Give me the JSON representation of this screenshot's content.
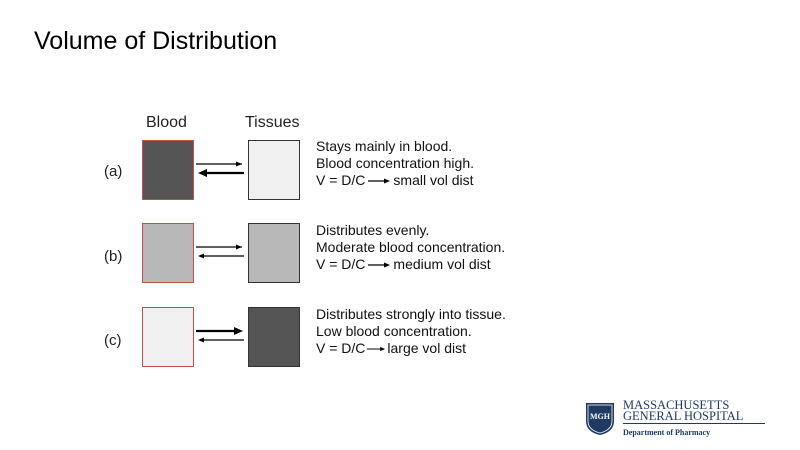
{
  "title": "Volume of Distribution",
  "headers": {
    "blood": "Blood",
    "tissues": "Tissues"
  },
  "rows": [
    {
      "label": "(a)",
      "blood_color": "#555555",
      "tissue_color": "#f0f0f0",
      "lines": [
        "Stays mainly in blood.",
        "Blood concentration high."
      ],
      "formula": "V = D/C",
      "result": "small vol dist"
    },
    {
      "label": "(b)",
      "blood_color": "#b8b8b8",
      "tissue_color": "#b8b8b8",
      "lines": [
        "Distributes evenly.",
        "Moderate blood concentration."
      ],
      "formula": "V = D/C",
      "result": "medium vol dist"
    },
    {
      "label": "(c)",
      "blood_color": "#f0f0f0",
      "tissue_color": "#555555",
      "lines": [
        "Distributes strongly into tissue.",
        "Low blood concentration."
      ],
      "formula": "V = D/C",
      "result": "large vol dist"
    }
  ],
  "logo": {
    "emblem": "MGH",
    "name_line1": "MASSACHUSETTS",
    "name_line2": "GENERAL HOSPITAL",
    "department": "Department of Pharmacy",
    "color": "#1f3a63"
  }
}
